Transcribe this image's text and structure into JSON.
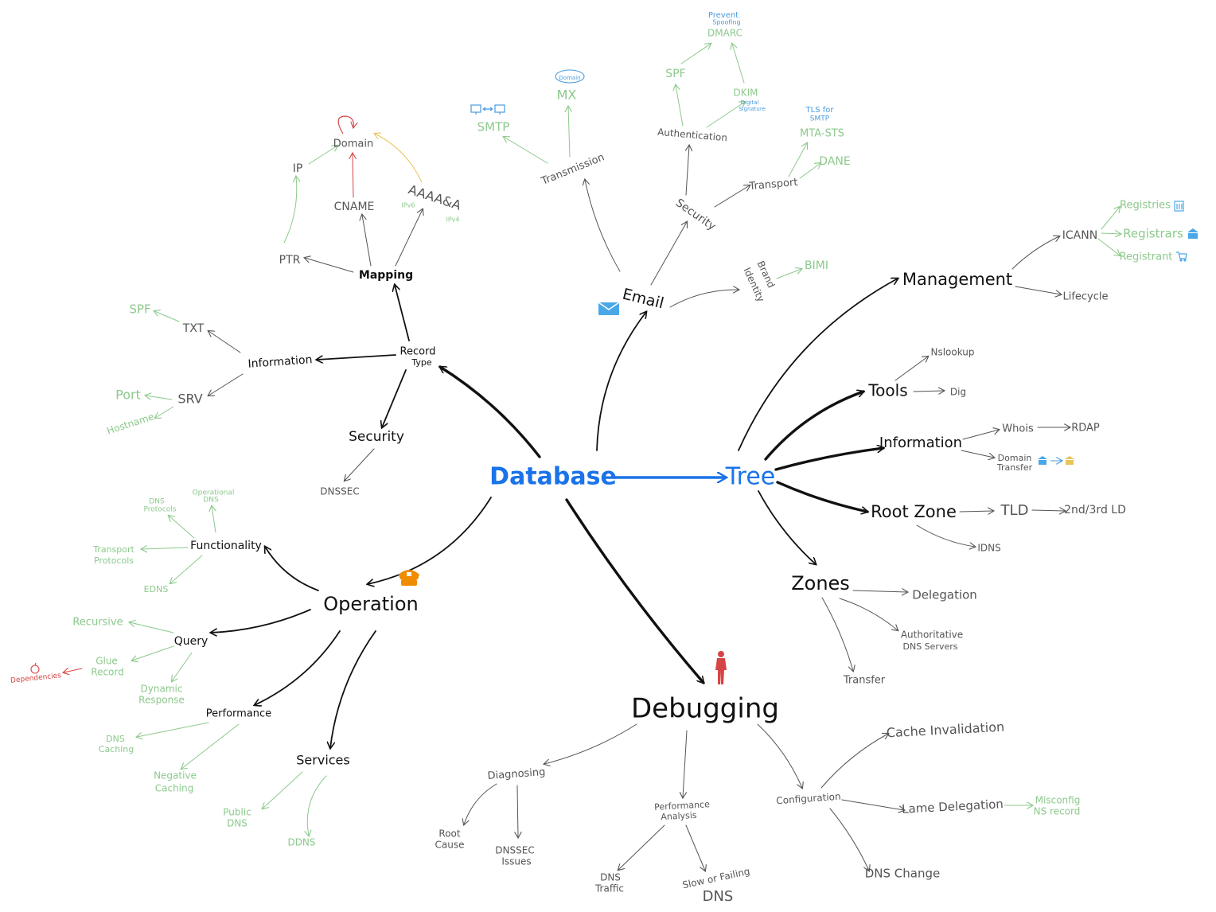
{
  "colors": {
    "black": "#111111",
    "gray": "#555555",
    "green": "#8cc98c",
    "blue": "#1a73e8",
    "lightblue": "#4a9be0",
    "red": "#d64545",
    "orange": "#f08c00",
    "yellow": "#e8c45a"
  },
  "icons": {
    "email": "envelope-icon",
    "operation": "police-cap-icon",
    "debugging": "person-icon",
    "smtp": "monitor-pair-icon",
    "mx": "domain-bubble-icon",
    "registries": "building-icon",
    "registrars": "bank-icon",
    "registrant": "cart-icon",
    "transfer_from": "bank-icon",
    "transfer_to": "bank-icon",
    "dependencies": "apple-icon"
  },
  "nodes": [
    {
      "id": "database",
      "text": "Database",
      "color": "blue"
    },
    {
      "id": "tree",
      "text": "Tree",
      "color": "blue"
    },
    {
      "id": "email",
      "text": "Email",
      "color": "black"
    },
    {
      "id": "transmission",
      "text": "Transmission",
      "color": "gray"
    },
    {
      "id": "smtp",
      "text": "SMTP",
      "color": "green"
    },
    {
      "id": "mx",
      "text": "MX",
      "color": "green"
    },
    {
      "id": "domain_bubble",
      "text": "Domain",
      "color": "lightblue"
    },
    {
      "id": "email_security",
      "text": "Security",
      "color": "gray"
    },
    {
      "id": "authentication",
      "text": "Authentication",
      "color": "gray"
    },
    {
      "id": "spf_email",
      "text": "SPF",
      "color": "green"
    },
    {
      "id": "dkim",
      "text": "DKIM",
      "color": "green"
    },
    {
      "id": "digital_sig_1",
      "text": "Digital",
      "color": "lightblue"
    },
    {
      "id": "digital_sig_2",
      "text": "Signature",
      "color": "lightblue"
    },
    {
      "id": "dmarc",
      "text": "DMARC",
      "color": "green"
    },
    {
      "id": "prevent",
      "text": "Prevent",
      "color": "lightblue"
    },
    {
      "id": "spoofing",
      "text": "Spoofing",
      "color": "lightblue"
    },
    {
      "id": "transport",
      "text": "Transport",
      "color": "gray"
    },
    {
      "id": "mtasts",
      "text": "MTA-STS",
      "color": "green"
    },
    {
      "id": "tls_1",
      "text": "TLS for",
      "color": "lightblue"
    },
    {
      "id": "tls_2",
      "text": "SMTP",
      "color": "lightblue"
    },
    {
      "id": "dane",
      "text": "DANE",
      "color": "green"
    },
    {
      "id": "brand",
      "text": "Brand",
      "color": "gray"
    },
    {
      "id": "identity",
      "text": "Identity",
      "color": "gray"
    },
    {
      "id": "bimi",
      "text": "BIMI",
      "color": "green"
    },
    {
      "id": "record_type",
      "text": "Record",
      "color": "black"
    },
    {
      "id": "record_type_2",
      "text": "Type",
      "color": "black"
    },
    {
      "id": "mapping",
      "text": "Mapping",
      "color": "black"
    },
    {
      "id": "ptr",
      "text": "PTR",
      "color": "gray"
    },
    {
      "id": "ip",
      "text": "IP",
      "color": "gray"
    },
    {
      "id": "domain",
      "text": "Domain",
      "color": "gray"
    },
    {
      "id": "cname",
      "text": "CNAME",
      "color": "gray"
    },
    {
      "id": "aaaa",
      "text": "AAAA&A",
      "color": "gray"
    },
    {
      "id": "ipv6",
      "text": "IPv6",
      "color": "green"
    },
    {
      "id": "ipv4",
      "text": "IPv4",
      "color": "green"
    },
    {
      "id": "information_left",
      "text": "Information",
      "color": "black"
    },
    {
      "id": "txt",
      "text": "TXT",
      "color": "gray"
    },
    {
      "id": "spf_left",
      "text": "SPF",
      "color": "green"
    },
    {
      "id": "srv",
      "text": "SRV",
      "color": "gray"
    },
    {
      "id": "port",
      "text": "Port",
      "color": "green"
    },
    {
      "id": "hostname",
      "text": "Hostname",
      "color": "green"
    },
    {
      "id": "security_left",
      "text": "Security",
      "color": "black"
    },
    {
      "id": "dnssec",
      "text": "DNSSEC",
      "color": "gray"
    },
    {
      "id": "operation",
      "text": "Operation",
      "color": "black"
    },
    {
      "id": "functionality",
      "text": "Functionality",
      "color": "black"
    },
    {
      "id": "dns_protocols_1",
      "text": "DNS",
      "color": "green"
    },
    {
      "id": "dns_protocols_2",
      "text": "Protocols",
      "color": "green"
    },
    {
      "id": "operational_1",
      "text": "Operational",
      "color": "green"
    },
    {
      "id": "operational_2",
      "text": "DNS",
      "color": "green"
    },
    {
      "id": "transport_protocols_1",
      "text": "Transport",
      "color": "green"
    },
    {
      "id": "transport_protocols_2",
      "text": "Protocols",
      "color": "green"
    },
    {
      "id": "edns",
      "text": "EDNS",
      "color": "green"
    },
    {
      "id": "query",
      "text": "Query",
      "color": "black"
    },
    {
      "id": "recursive",
      "text": "Recursive",
      "color": "green"
    },
    {
      "id": "glue_1",
      "text": "Glue",
      "color": "green"
    },
    {
      "id": "glue_2",
      "text": "Record",
      "color": "green"
    },
    {
      "id": "dependencies",
      "text": "Dependencies",
      "color": "red"
    },
    {
      "id": "dynamic_1",
      "text": "Dynamic",
      "color": "green"
    },
    {
      "id": "dynamic_2",
      "text": "Response",
      "color": "green"
    },
    {
      "id": "performance",
      "text": "Performance",
      "color": "black"
    },
    {
      "id": "dns_caching_1",
      "text": "DNS",
      "color": "green"
    },
    {
      "id": "dns_caching_2",
      "text": "Caching",
      "color": "green"
    },
    {
      "id": "negative_1",
      "text": "Negative",
      "color": "green"
    },
    {
      "id": "negative_2",
      "text": "Caching",
      "color": "green"
    },
    {
      "id": "services",
      "text": "Services",
      "color": "black"
    },
    {
      "id": "public_1",
      "text": "Public",
      "color": "green"
    },
    {
      "id": "public_2",
      "text": "DNS",
      "color": "green"
    },
    {
      "id": "ddns",
      "text": "DDNS",
      "color": "green"
    },
    {
      "id": "debugging",
      "text": "Debugging",
      "color": "black"
    },
    {
      "id": "diagnosing",
      "text": "Diagnosing",
      "color": "gray"
    },
    {
      "id": "root_cause_1",
      "text": "Root",
      "color": "gray"
    },
    {
      "id": "root_cause_2",
      "text": "Cause",
      "color": "gray"
    },
    {
      "id": "dnssec_issues_1",
      "text": "DNSSEC",
      "color": "gray"
    },
    {
      "id": "dnssec_issues_2",
      "text": "Issues",
      "color": "gray"
    },
    {
      "id": "perf_analysis_1",
      "text": "Performance",
      "color": "gray"
    },
    {
      "id": "perf_analysis_2",
      "text": "Analysis",
      "color": "gray"
    },
    {
      "id": "dns_traffic_1",
      "text": "DNS",
      "color": "gray"
    },
    {
      "id": "dns_traffic_2",
      "text": "Traffic",
      "color": "gray"
    },
    {
      "id": "slow_1",
      "text": "Slow or Failing",
      "color": "gray"
    },
    {
      "id": "slow_2",
      "text": "DNS",
      "color": "gray"
    },
    {
      "id": "configuration",
      "text": "Configuration",
      "color": "gray"
    },
    {
      "id": "cache_invalidation",
      "text": "Cache Invalidation",
      "color": "gray"
    },
    {
      "id": "lame_delegation",
      "text": "Lame Delegation",
      "color": "gray"
    },
    {
      "id": "misconfig_1",
      "text": "Misconfig",
      "color": "green"
    },
    {
      "id": "misconfig_2",
      "text": "NS record",
      "color": "green"
    },
    {
      "id": "dns_change",
      "text": "DNS Change",
      "color": "gray"
    },
    {
      "id": "management",
      "text": "Management",
      "color": "black"
    },
    {
      "id": "icann",
      "text": "ICANN",
      "color": "gray"
    },
    {
      "id": "registries",
      "text": "Registries",
      "color": "green"
    },
    {
      "id": "registrars",
      "text": "Registrars",
      "color": "green"
    },
    {
      "id": "registrant",
      "text": "Registrant",
      "color": "green"
    },
    {
      "id": "lifecycle",
      "text": "Lifecycle",
      "color": "gray"
    },
    {
      "id": "tools",
      "text": "Tools",
      "color": "black"
    },
    {
      "id": "nslookup",
      "text": "Nslookup",
      "color": "gray"
    },
    {
      "id": "dig",
      "text": "Dig",
      "color": "gray"
    },
    {
      "id": "information_right",
      "text": "Information",
      "color": "black"
    },
    {
      "id": "whois",
      "text": "Whois",
      "color": "gray"
    },
    {
      "id": "rdap",
      "text": "RDAP",
      "color": "gray"
    },
    {
      "id": "domain_transfer_1",
      "text": "Domain",
      "color": "gray"
    },
    {
      "id": "domain_transfer_2",
      "text": "Transfer",
      "color": "gray"
    },
    {
      "id": "root_zone",
      "text": "Root Zone",
      "color": "black"
    },
    {
      "id": "tld",
      "text": "TLD",
      "color": "gray"
    },
    {
      "id": "ld",
      "text": "2nd/3rd LD",
      "color": "gray"
    },
    {
      "id": "idns",
      "text": "IDNS",
      "color": "gray"
    },
    {
      "id": "zones",
      "text": "Zones",
      "color": "black"
    },
    {
      "id": "delegation",
      "text": "Delegation",
      "color": "gray"
    },
    {
      "id": "authoritative_1",
      "text": "Authoritative",
      "color": "gray"
    },
    {
      "id": "authoritative_2",
      "text": "DNS Servers",
      "color": "gray"
    },
    {
      "id": "transfer",
      "text": "Transfer",
      "color": "gray"
    }
  ],
  "edges": [
    {
      "from": "database",
      "to": "tree",
      "color": "blue",
      "weight": "heavy"
    },
    {
      "from": "database",
      "to": "email",
      "color": "black",
      "weight": "medium"
    },
    {
      "from": "database",
      "to": "record_type",
      "color": "black",
      "weight": "heavy"
    },
    {
      "from": "database",
      "to": "operation",
      "color": "black",
      "weight": "medium"
    },
    {
      "from": "database",
      "to": "debugging",
      "color": "black",
      "weight": "heavy"
    },
    {
      "from": "email",
      "to": "transmission",
      "color": "gray",
      "weight": "light"
    },
    {
      "from": "transmission",
      "to": "smtp",
      "color": "green",
      "weight": "light"
    },
    {
      "from": "transmission",
      "to": "mx",
      "color": "green",
      "weight": "light"
    },
    {
      "from": "email",
      "to": "email_security",
      "color": "gray",
      "weight": "light"
    },
    {
      "from": "email_security",
      "to": "authentication",
      "color": "gray",
      "weight": "light"
    },
    {
      "from": "authentication",
      "to": "spf_email",
      "color": "green",
      "weight": "light"
    },
    {
      "from": "authentication",
      "to": "dkim",
      "color": "green",
      "weight": "light"
    },
    {
      "from": "spf_email",
      "to": "dmarc",
      "color": "green",
      "weight": "light"
    },
    {
      "from": "dkim",
      "to": "dmarc",
      "color": "green",
      "weight": "light"
    },
    {
      "from": "email_security",
      "to": "transport",
      "color": "gray",
      "weight": "light"
    },
    {
      "from": "transport",
      "to": "mtasts",
      "color": "green",
      "weight": "light"
    },
    {
      "from": "transport",
      "to": "dane",
      "color": "green",
      "weight": "light"
    },
    {
      "from": "email",
      "to": "brand",
      "color": "gray",
      "weight": "light"
    },
    {
      "from": "brand",
      "to": "bimi",
      "color": "green",
      "weight": "light"
    },
    {
      "from": "record_type",
      "to": "mapping",
      "color": "black",
      "weight": "medium"
    },
    {
      "from": "record_type",
      "to": "information_left",
      "color": "black",
      "weight": "medium"
    },
    {
      "from": "record_type",
      "to": "security_left",
      "color": "black",
      "weight": "medium"
    },
    {
      "from": "mapping",
      "to": "ptr",
      "color": "gray",
      "weight": "light"
    },
    {
      "from": "mapping",
      "to": "cname",
      "color": "gray",
      "weight": "light"
    },
    {
      "from": "mapping",
      "to": "aaaa",
      "color": "gray",
      "weight": "light"
    },
    {
      "from": "ptr",
      "to": "ip",
      "color": "green",
      "weight": "light"
    },
    {
      "from": "ip",
      "to": "domain",
      "color": "green",
      "weight": "light"
    },
    {
      "from": "cname",
      "to": "domain",
      "color": "red",
      "weight": "light"
    },
    {
      "from": "aaaa",
      "to": "domain",
      "color": "yellow",
      "weight": "light"
    },
    {
      "from": "information_left",
      "to": "txt",
      "color": "gray",
      "weight": "light"
    },
    {
      "from": "txt",
      "to": "spf_left",
      "color": "green",
      "weight": "light"
    },
    {
      "from": "information_left",
      "to": "srv",
      "color": "gray",
      "weight": "light"
    },
    {
      "from": "srv",
      "to": "port",
      "color": "green",
      "weight": "light"
    },
    {
      "from": "srv",
      "to": "hostname",
      "color": "green",
      "weight": "light"
    },
    {
      "from": "security_left",
      "to": "dnssec",
      "color": "gray",
      "weight": "light"
    },
    {
      "from": "operation",
      "to": "functionality",
      "color": "black",
      "weight": "medium"
    },
    {
      "from": "functionality",
      "to": "dns_protocols_1",
      "color": "green",
      "weight": "light"
    },
    {
      "from": "functionality",
      "to": "operational_1",
      "color": "green",
      "weight": "light"
    },
    {
      "from": "functionality",
      "to": "transport_protocols_1",
      "color": "green",
      "weight": "light"
    },
    {
      "from": "functionality",
      "to": "edns",
      "color": "green",
      "weight": "light"
    },
    {
      "from": "operation",
      "to": "query",
      "color": "black",
      "weight": "medium"
    },
    {
      "from": "query",
      "to": "recursive",
      "color": "green",
      "weight": "light"
    },
    {
      "from": "query",
      "to": "glue_1",
      "color": "green",
      "weight": "light"
    },
    {
      "from": "glue_1",
      "to": "dependencies",
      "color": "red",
      "weight": "light"
    },
    {
      "from": "query",
      "to": "dynamic_1",
      "color": "green",
      "weight": "light"
    },
    {
      "from": "operation",
      "to": "performance",
      "color": "black",
      "weight": "medium"
    },
    {
      "from": "performance",
      "to": "dns_caching_1",
      "color": "green",
      "weight": "light"
    },
    {
      "from": "performance",
      "to": "negative_1",
      "color": "green",
      "weight": "light"
    },
    {
      "from": "operation",
      "to": "services",
      "color": "black",
      "weight": "medium"
    },
    {
      "from": "services",
      "to": "public_1",
      "color": "green",
      "weight": "light"
    },
    {
      "from": "services",
      "to": "ddns",
      "color": "green",
      "weight": "light"
    },
    {
      "from": "debugging",
      "to": "diagnosing",
      "color": "gray",
      "weight": "light"
    },
    {
      "from": "diagnosing",
      "to": "root_cause_1",
      "color": "gray",
      "weight": "light"
    },
    {
      "from": "diagnosing",
      "to": "dnssec_issues_1",
      "color": "gray",
      "weight": "light"
    },
    {
      "from": "debugging",
      "to": "perf_analysis_1",
      "color": "gray",
      "weight": "light"
    },
    {
      "from": "perf_analysis_1",
      "to": "dns_traffic_1",
      "color": "gray",
      "weight": "light"
    },
    {
      "from": "perf_analysis_1",
      "to": "slow_1",
      "color": "gray",
      "weight": "light"
    },
    {
      "from": "debugging",
      "to": "configuration",
      "color": "gray",
      "weight": "light"
    },
    {
      "from": "configuration",
      "to": "cache_invalidation",
      "color": "gray",
      "weight": "light"
    },
    {
      "from": "configuration",
      "to": "lame_delegation",
      "color": "gray",
      "weight": "light"
    },
    {
      "from": "lame_delegation",
      "to": "misconfig_1",
      "color": "green",
      "weight": "light"
    },
    {
      "from": "configuration",
      "to": "dns_change",
      "color": "gray",
      "weight": "light"
    },
    {
      "from": "tree",
      "to": "management",
      "color": "black",
      "weight": "medium"
    },
    {
      "from": "management",
      "to": "icann",
      "color": "gray",
      "weight": "light"
    },
    {
      "from": "icann",
      "to": "registries",
      "color": "green",
      "weight": "light"
    },
    {
      "from": "icann",
      "to": "registrars",
      "color": "green",
      "weight": "light"
    },
    {
      "from": "icann",
      "to": "registrant",
      "color": "green",
      "weight": "light"
    },
    {
      "from": "management",
      "to": "lifecycle",
      "color": "gray",
      "weight": "light"
    },
    {
      "from": "tree",
      "to": "tools",
      "color": "black",
      "weight": "heavy"
    },
    {
      "from": "tools",
      "to": "nslookup",
      "color": "gray",
      "weight": "light"
    },
    {
      "from": "tools",
      "to": "dig",
      "color": "gray",
      "weight": "light"
    },
    {
      "from": "tree",
      "to": "information_right",
      "color": "black",
      "weight": "heavy"
    },
    {
      "from": "information_right",
      "to": "whois",
      "color": "gray",
      "weight": "light"
    },
    {
      "from": "whois",
      "to": "rdap",
      "color": "gray",
      "weight": "light"
    },
    {
      "from": "information_right",
      "to": "domain_transfer_1",
      "color": "gray",
      "weight": "light"
    },
    {
      "from": "tree",
      "to": "root_zone",
      "color": "black",
      "weight": "heavy"
    },
    {
      "from": "root_zone",
      "to": "tld",
      "color": "gray",
      "weight": "light"
    },
    {
      "from": "tld",
      "to": "ld",
      "color": "gray",
      "weight": "light"
    },
    {
      "from": "root_zone",
      "to": "idns",
      "color": "gray",
      "weight": "light"
    },
    {
      "from": "tree",
      "to": "zones",
      "color": "black",
      "weight": "medium"
    },
    {
      "from": "zones",
      "to": "delegation",
      "color": "gray",
      "weight": "light"
    },
    {
      "from": "zones",
      "to": "authoritative_1",
      "color": "gray",
      "weight": "light"
    },
    {
      "from": "zones",
      "to": "transfer",
      "color": "gray",
      "weight": "light"
    }
  ]
}
